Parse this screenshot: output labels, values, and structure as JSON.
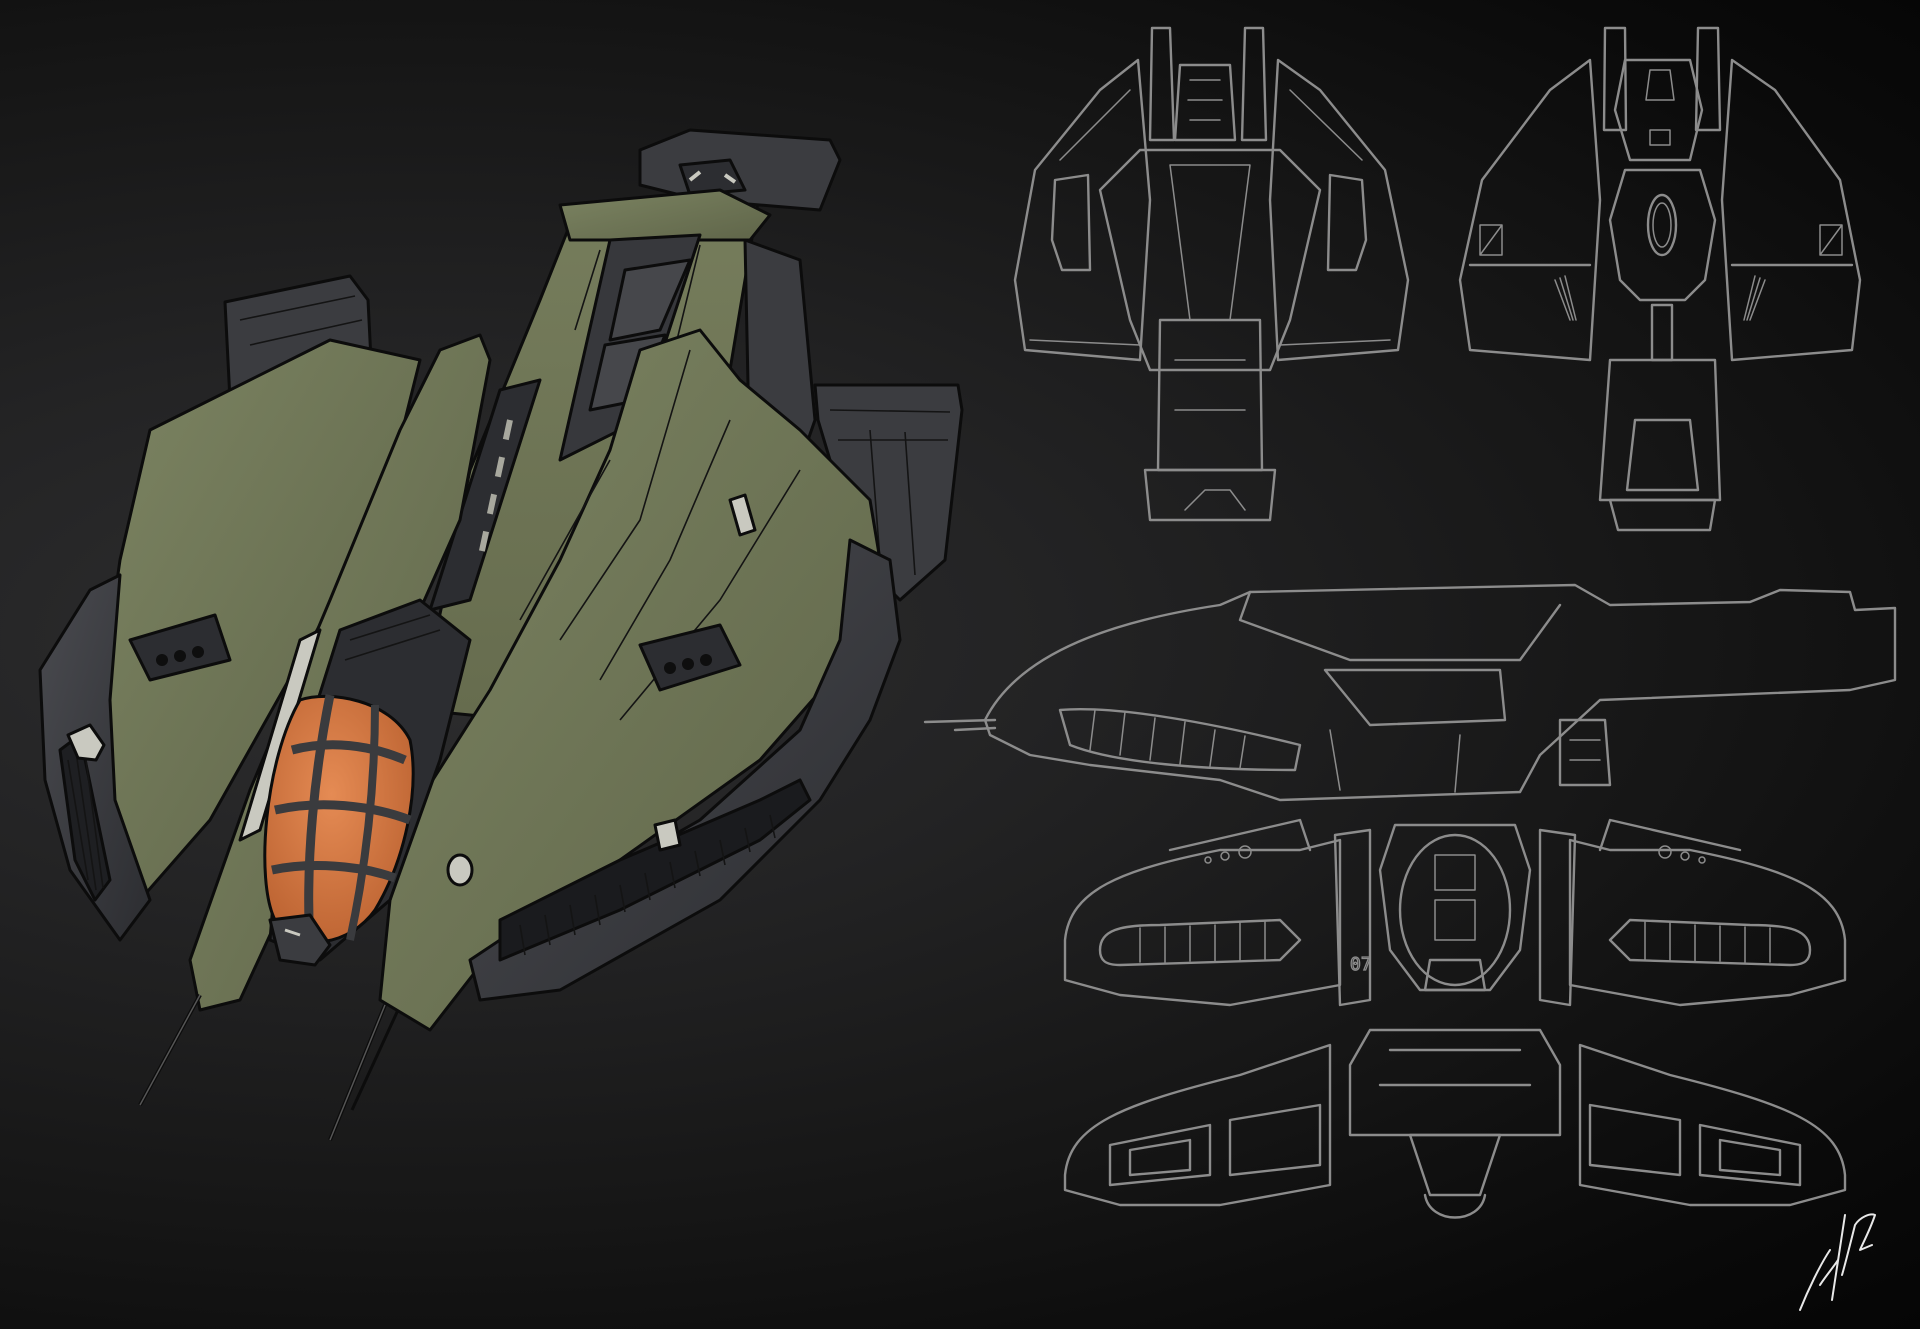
{
  "artwork": {
    "subject": "spaceship concept sheet",
    "colors": {
      "background_center": "#2e2e2f",
      "background_edge": "#050505",
      "hull_green": "#6f7656",
      "hull_green_light": "#7c8462",
      "hull_green_dark": "#5b6146",
      "panel_dark": "#3b3c40",
      "panel_darker": "#28292c",
      "cockpit_orange": "#d77a47",
      "cockpit_frame": "#3a3b3e",
      "accent_light": "#c9c9c0",
      "lineart": "#8c8c8c",
      "signature": "#e8e8e8"
    },
    "views": [
      {
        "id": "perspective",
        "label": "3/4 perspective colored render"
      },
      {
        "id": "top",
        "label": "top orthographic"
      },
      {
        "id": "bottom",
        "label": "bottom orthographic"
      },
      {
        "id": "side",
        "label": "side orthographic"
      },
      {
        "id": "front",
        "label": "front orthographic"
      },
      {
        "id": "rear",
        "label": "rear orthographic"
      }
    ],
    "hull_marking": "07",
    "signature": "signature"
  }
}
